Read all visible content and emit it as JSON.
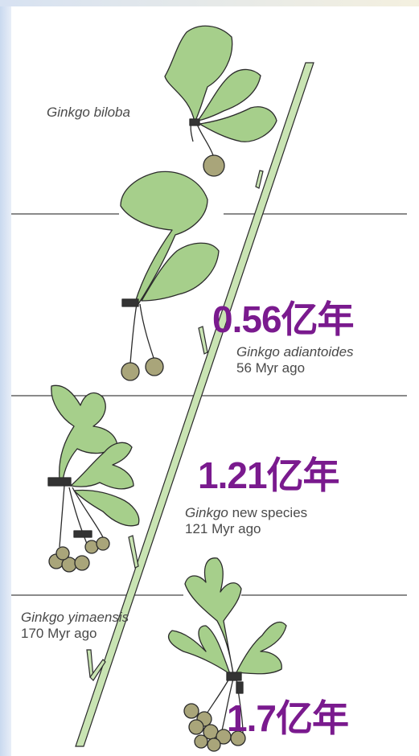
{
  "species": [
    {
      "id": "biloba",
      "name": "Ginkgo biloba",
      "time": ""
    },
    {
      "id": "adiantoides",
      "name": "Ginkgo adiantoides",
      "time": "56 Myr ago"
    },
    {
      "id": "newsp",
      "name_italic": "Ginkgo",
      "name_rest": " new species",
      "time": "121 Myr ago"
    },
    {
      "id": "yimaensis",
      "name": "Ginkgo yimaensis",
      "time": "170 Myr ago"
    }
  ],
  "ages": {
    "a056": "0.56亿年",
    "a121": "1.21亿年",
    "a17": "1.7亿年"
  },
  "colors": {
    "leaf": "#a6cf8b",
    "stroke": "#2b2b2b",
    "seed": "#a9a57a",
    "divider": "#444444",
    "age_text": "#7a1a8e"
  }
}
